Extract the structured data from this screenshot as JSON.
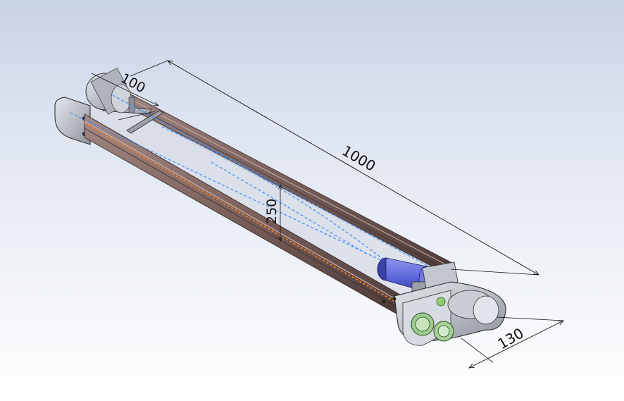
{
  "drawing": {
    "subject": "belt-conveyor-assembly",
    "dimensions": {
      "length": "1000",
      "width": "130",
      "pulley": "100",
      "height": "250"
    },
    "colors": {
      "background_top": "#c9d3e6",
      "frame_profile": "#7a5f5a",
      "motor": "#5a64d8",
      "belt_centerline": "#3f8fff",
      "accent_orange": "#ff7f1e",
      "dimension_line": "#111111"
    }
  }
}
